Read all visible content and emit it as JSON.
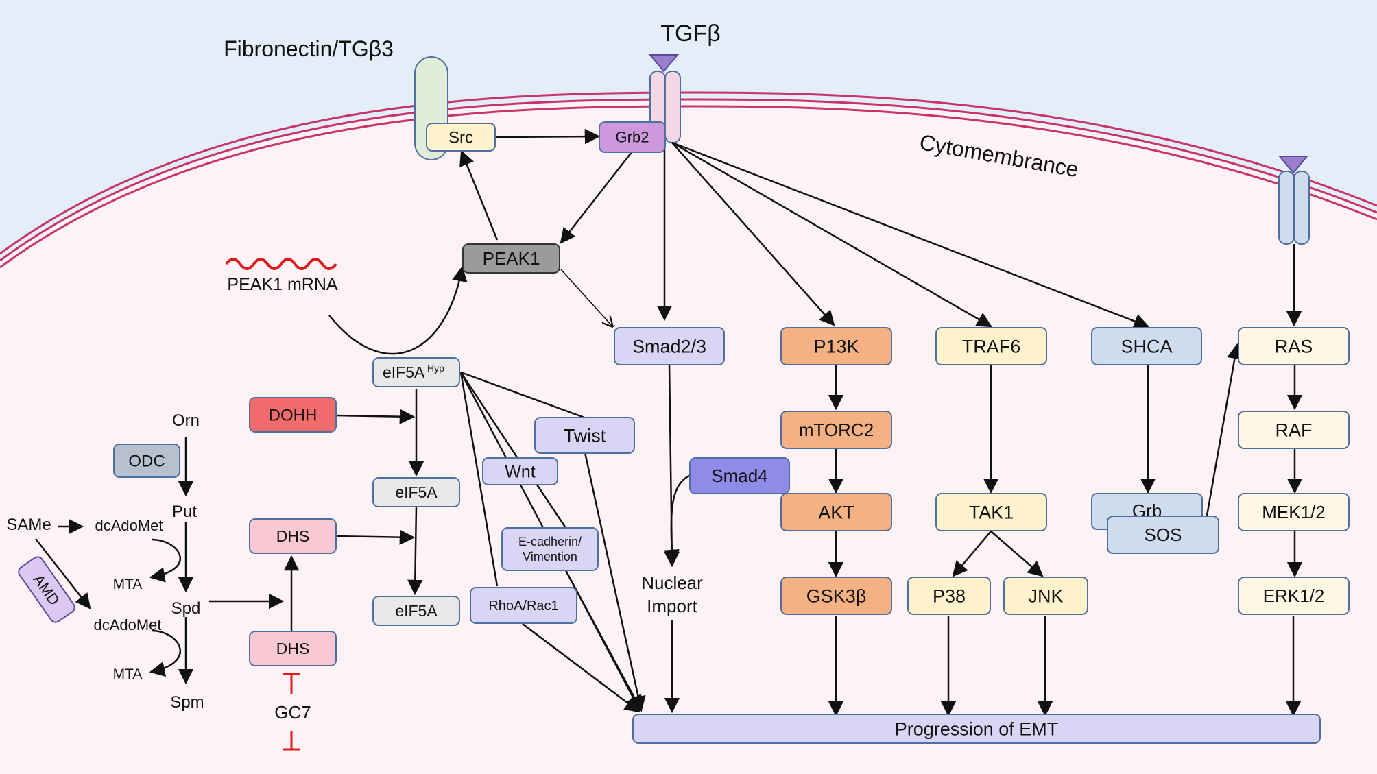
{
  "labels": {
    "fibronectin": "Fibronectin/TGβ3",
    "tgfb": "TGFβ",
    "cytomembrance": "Cytomembrance",
    "peak1_mrna": "PEAK1 mRNA",
    "nuclear": "Nuclear",
    "import": "Import",
    "gc7": "GC7"
  },
  "nodes": {
    "src": "Src",
    "grb2": "Grb2",
    "peak1": "PEAK1",
    "smad23": "Smad2/3",
    "p13k": "P13K",
    "traf6": "TRAF6",
    "shca": "SHCA",
    "ras": "RAS",
    "eif5a_hyp": "eIF5A",
    "eif5a_hyp_sup": "Hyp",
    "dohh": "DOHH",
    "twist": "Twist",
    "wnt": "Wnt",
    "smad4": "Smad4",
    "mtorc2": "mTORC2",
    "raf": "RAF",
    "odc": "ODC",
    "eif5a_mid": "eIF5A",
    "akt": "AKT",
    "tak1": "TAK1",
    "grb": "Grb",
    "sos": "SOS",
    "mek12": "MEK1/2",
    "dhs_top": "DHS",
    "ecad_line1": "E-cadherin/",
    "ecad_line2": "Vimention",
    "amd": "AMD",
    "eif5a_bot": "eIF5A",
    "rhoa": "RhoA/Rac1",
    "gsk3b": "GSK3β",
    "p38": "P38",
    "jnk": "JNK",
    "erk12": "ERK1/2",
    "dhs_bot": "DHS",
    "emt": "Progression of EMT"
  },
  "metabolites": {
    "orn": "Orn",
    "put": "Put",
    "same": "SAMe",
    "dcadomet1": "dcAdoMet",
    "mta1": "MTA",
    "spd": "Spd",
    "dcadomet2": "dcAdoMet",
    "mta2": "MTA",
    "spm": "Spm"
  },
  "colors": {
    "extracellular": "#e3eef8",
    "cytoplasm": "#fdf3f6",
    "membrane": "#c8336a",
    "inhibitor": "#e0191c",
    "mrna": "#e0191c",
    "lavender": "#d9d6f5",
    "orange": "#f4b183",
    "cream": "#fff2cc",
    "steel_blue": "#cfdcee",
    "cream_light": "#fff7e4",
    "gray_light": "#e8e8e8",
    "gray_dark": "#9b9b9b",
    "pink": "#f8c8d4",
    "red": "#f26b6d",
    "purple": "#cc99dd",
    "smad4_purple": "#8f8be6",
    "odc_gray": "#b7c0cf"
  }
}
